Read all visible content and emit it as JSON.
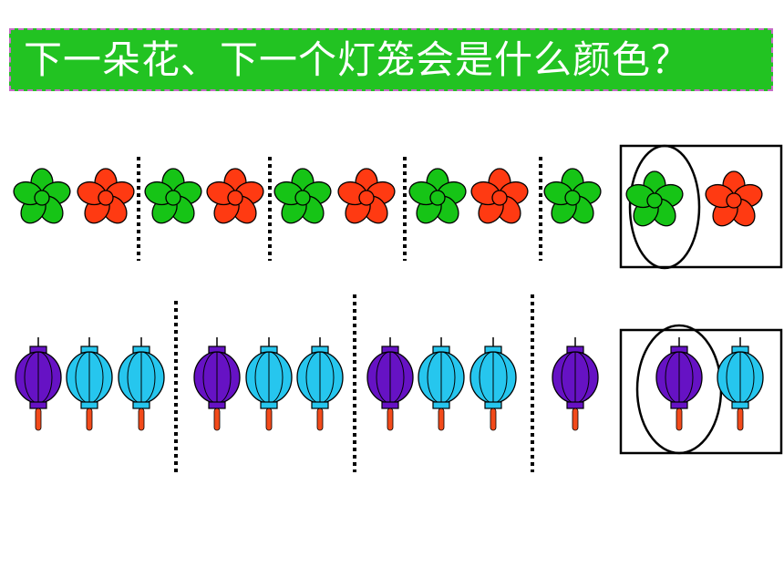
{
  "title": "下一朵花、下一个灯笼会是什么颜色？",
  "colors": {
    "banner_bg": "#22c322",
    "banner_border": "#c66cc6",
    "title_text": "#ffffff",
    "flower_green": "#16c416",
    "flower_red": "#ff3a12",
    "lantern_purple": "#6612c4",
    "lantern_blue": "#26c6ee",
    "tassel": "#f24a1a"
  },
  "flower_row": {
    "sequence": [
      "green",
      "red",
      "green",
      "red",
      "green",
      "red",
      "green",
      "red",
      "green"
    ],
    "group_size": 2,
    "answer_options": [
      "green",
      "red"
    ],
    "circled_answer": "green"
  },
  "lantern_row": {
    "sequence": [
      "purple",
      "blue",
      "blue",
      "purple",
      "blue",
      "blue",
      "purple",
      "blue",
      "blue",
      "purple"
    ],
    "group_size": 3,
    "answer_options": [
      "purple",
      "blue"
    ],
    "circled_answer": "purple"
  }
}
